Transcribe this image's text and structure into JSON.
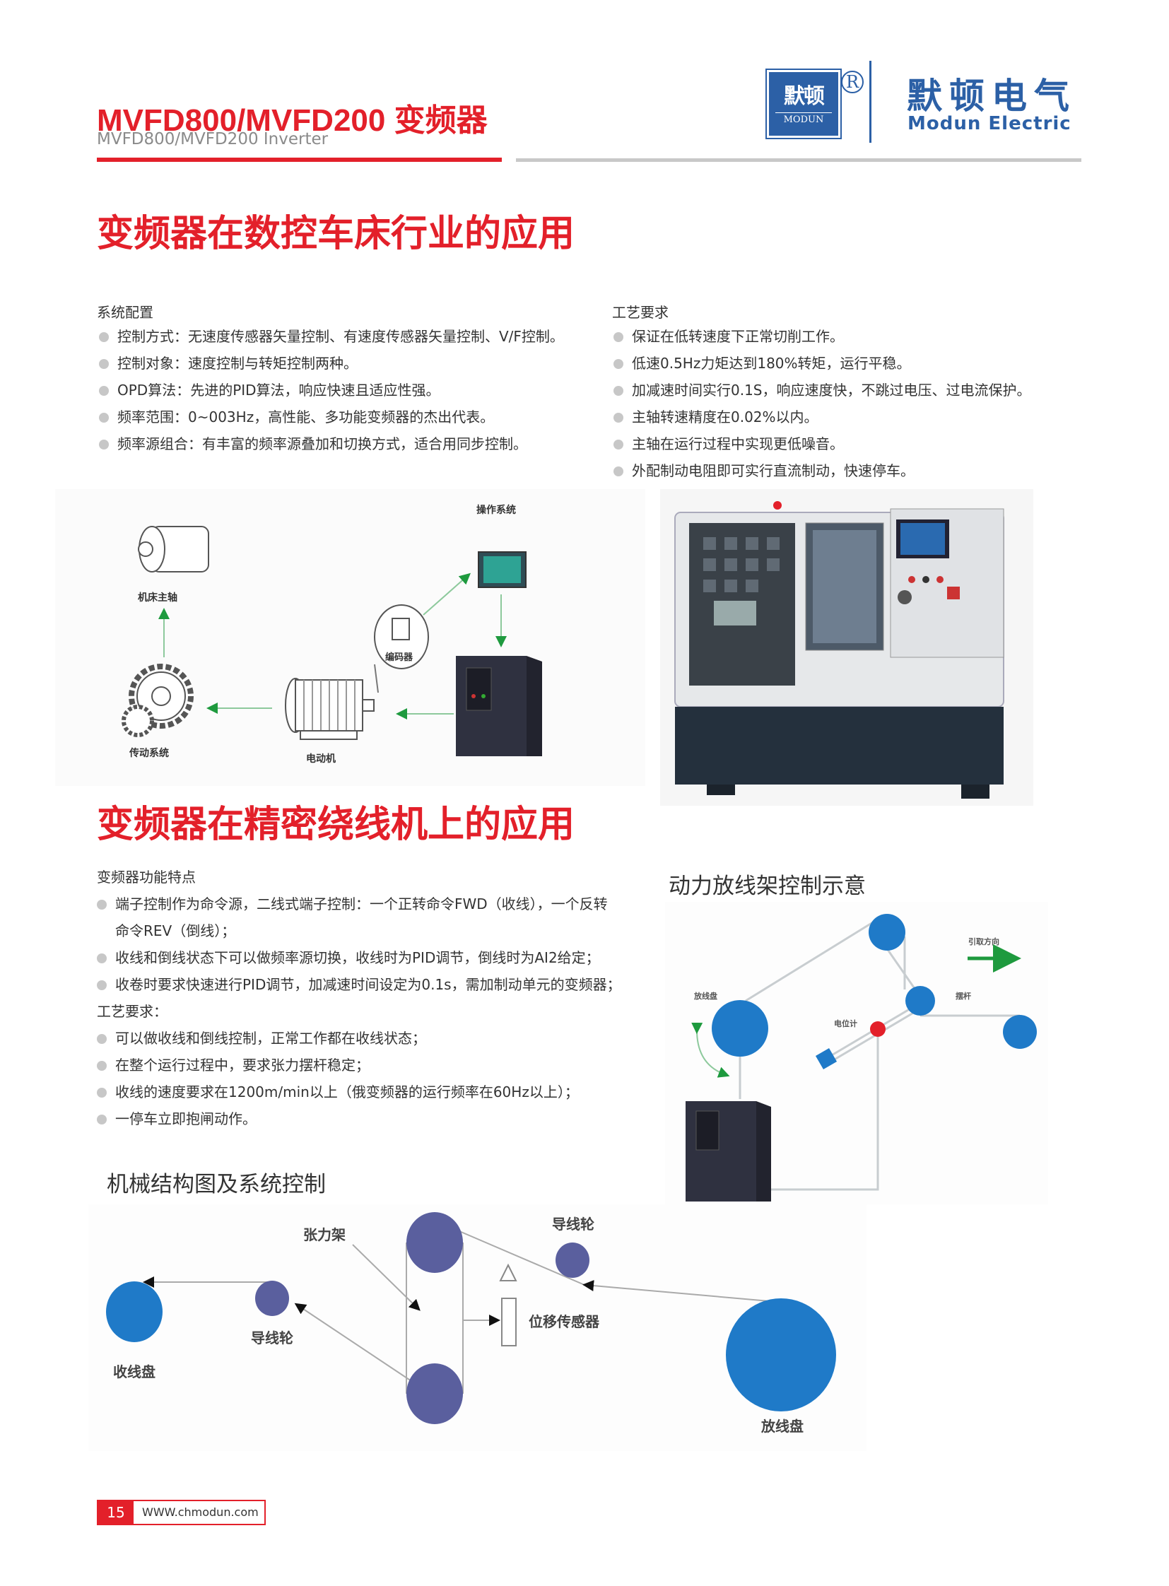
{
  "header": {
    "title": "MVFD800/MVFD200 变频器",
    "subtitle": "MVFD800/MVFD200  Inverter",
    "logo_mark_cn": "默顿",
    "logo_mark_en": "MODUN",
    "registered": "R",
    "brand_cn": "默顿电气",
    "brand_en": "Modun Electric"
  },
  "section1": {
    "heading": "变频器在数控车床行业的应用",
    "left_title": "系统配置",
    "left_items": [
      "控制方式：无速度传感器矢量控制、有速度传感器矢量控制、V/F控制。",
      "控制对象：速度控制与转矩控制两种。",
      "OPD算法：先进的PID算法，响应快速且适应性强。",
      "频率范围：0~003Hz，高性能、多功能变频器的杰出代表。",
      "频率源组合：有丰富的频率源叠加和切换方式，适合用同步控制。"
    ],
    "right_title": "工艺要求",
    "right_items": [
      "保证在低转速度下正常切削工作。",
      "低速0.5Hz力矩达到180%转矩，运行平稳。",
      "加减速时间实行0.1S，响应速度快，不跳过电压、过电流保护。",
      "主轴转速精度在0.02%以内。",
      "主轴在运行过程中实现更低噪音。",
      "外配制动电阻即可实行直流制动，快速停车。"
    ],
    "diagram": {
      "spindle": "机床主轴",
      "transmission": "传动系统",
      "motor": "电动机",
      "encoder": "编码器",
      "operation": "操作系统"
    }
  },
  "section2": {
    "heading": "变频器在精密绕线机上的应用",
    "features_title": "变频器功能特点",
    "features": [
      "端子控制作为命令源，二线式端子控制：一个正转命令FWD（收线），一个反转",
      "收线和倒线状态下可以做频率源切换，收线时为PID调节，倒线时为AI2给定；",
      "收卷时要求快速进行PID调节，加减速时间设定为0.1s，需加制动单元的变频器；"
    ],
    "feature_continuation": "命令REV（倒线）；",
    "process_title": "工艺要求：",
    "process": [
      "可以做收线和倒线控制，正常工作都在收线状态；",
      "在整个运行过程中，要求张力摆杆稳定；",
      "收线的速度要求在1200m/min以上（俄变频器的运行频率在60Hz以上）；",
      "一停车立即抱闸动作。"
    ],
    "payoff_title": "动力放线架控制示意",
    "payoff": {
      "reel": "放线盘",
      "potentiometer": "电位计",
      "swing_arm": "摆杆",
      "direction": "引取方向"
    },
    "mech_title": "机械结构图及系统控制",
    "mech": {
      "takeup": "收线盘",
      "guide_left": "导线轮",
      "tension": "张力架",
      "guide_right": "导线轮",
      "sensor": "位移传感器",
      "payoff": "放线盘"
    }
  },
  "footer": {
    "page": "15",
    "website": "WWW.chmodun.com"
  },
  "colors": {
    "red": "#e3202a",
    "blue": "#2c60a6",
    "reel_blue": "#1f7ac8",
    "wheel_purple": "#5a5f9e",
    "green": "#1e9a3e"
  }
}
